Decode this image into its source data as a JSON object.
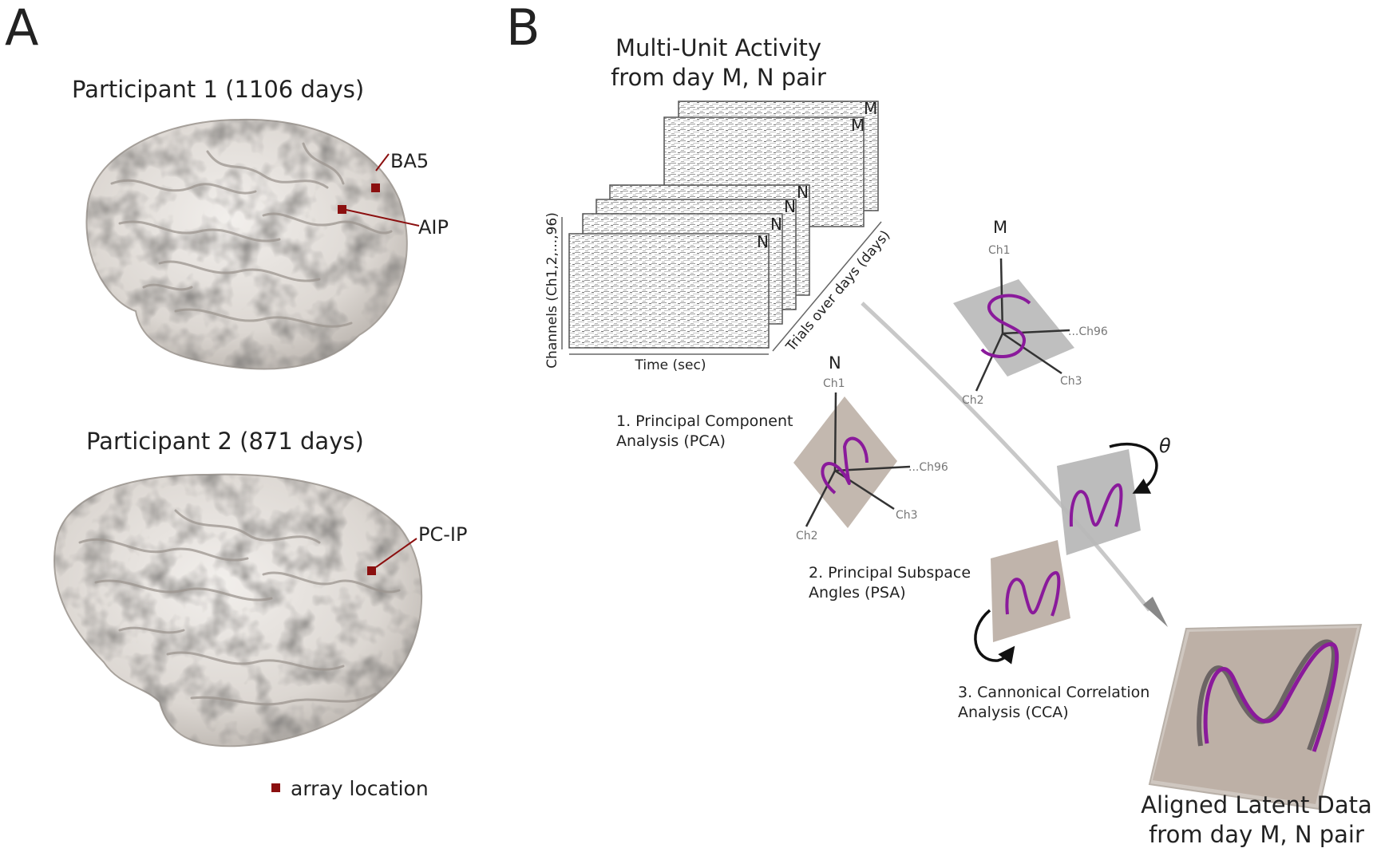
{
  "panels": {
    "a": {
      "letter": "A"
    },
    "b": {
      "letter": "B"
    }
  },
  "participant1": {
    "title": "Participant 1 (1106 days)",
    "sites": [
      "BA5",
      "AIP"
    ]
  },
  "participant2": {
    "title": "Participant 2 (871 days)",
    "sites": [
      "PC-IP"
    ]
  },
  "legend": {
    "label": "array location"
  },
  "activity": {
    "title_line1": "Multi-Unit Activity",
    "title_line2": "from day M, N pair",
    "day_m": "M",
    "day_n": "N",
    "ylabel": "Channels (Ch1,2,...,96)",
    "xlabel": "Time (sec)",
    "depth_label": "Trials over days (days)"
  },
  "pca_m": {
    "day": "M",
    "axes": [
      "Ch1",
      "Ch2",
      "Ch3",
      "...Ch96"
    ]
  },
  "pca_n": {
    "day": "N",
    "axes": [
      "Ch1",
      "Ch2",
      "Ch3",
      "...Ch96"
    ]
  },
  "steps": {
    "step1_line1": "1. Principal Component",
    "step1_line2": "Analysis (PCA)",
    "step2_line1": "2. Principal Subspace",
    "step2_line2": "Angles (PSA)",
    "step3_line1": "3. Cannonical Correlation",
    "step3_line2": "Analysis (CCA)"
  },
  "angle_symbol": "θ",
  "output": {
    "line1": "Aligned Latent Data",
    "line2": "from day M, N pair"
  },
  "colors": {
    "array_marker": "#8b0f0f",
    "trajectory": "#8a1a9b",
    "plane_tan": "#bdb0a6",
    "plane_gray": "#b8b8b8",
    "brain": "#e4e0dc"
  }
}
